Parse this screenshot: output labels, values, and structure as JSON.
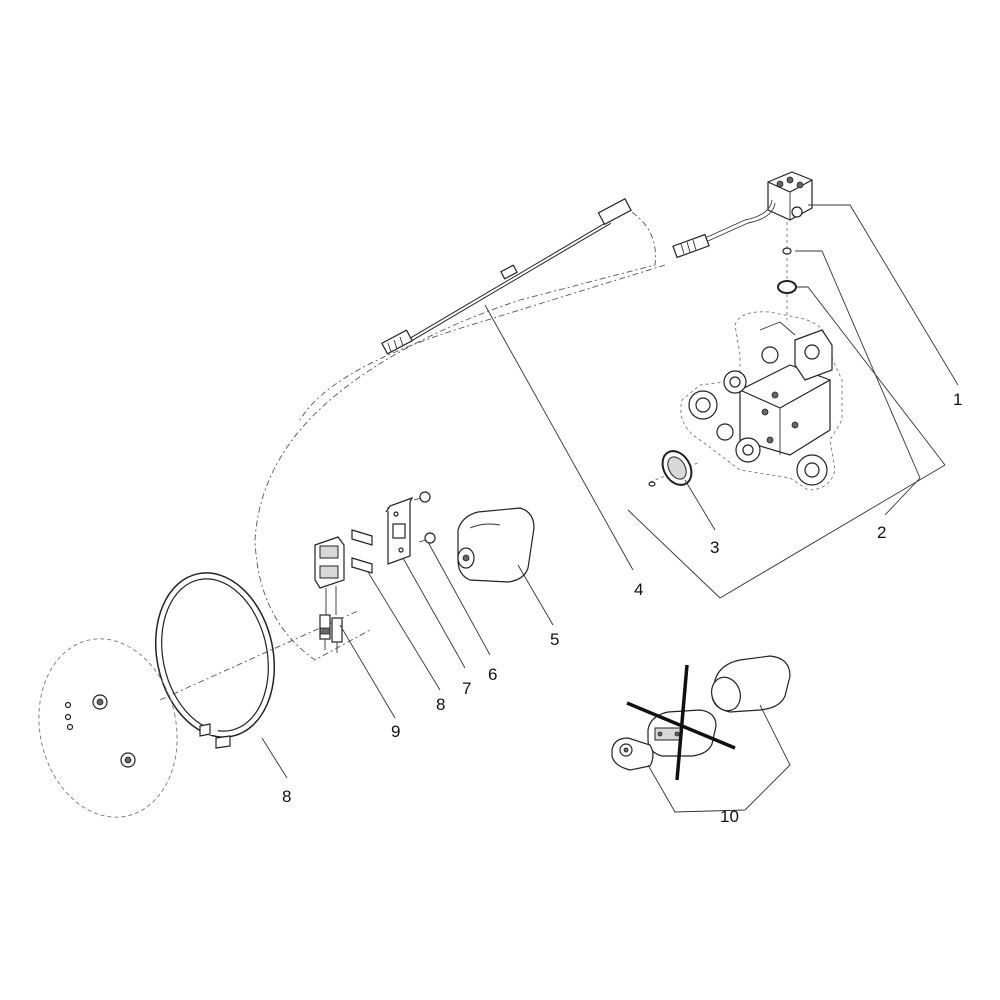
{
  "callouts": {
    "c1": "1",
    "c2": "2",
    "c3": "3",
    "c4": "4",
    "c5": "5",
    "c6": "6",
    "c7": "7",
    "c8a": "8",
    "c9": "9",
    "c8b": "8",
    "c10": "10"
  }
}
